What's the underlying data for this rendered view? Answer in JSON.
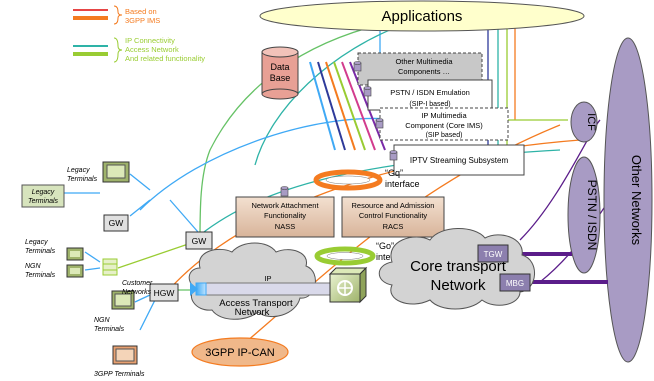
{
  "legend": {
    "orange_label_1": "Based on",
    "orange_label_2": "3GPP IMS",
    "green_label_1": "IP Connectivity",
    "green_label_2": "Access Network",
    "green_label_3": "And related functionality"
  },
  "applications": "Applications",
  "database": {
    "line1": "Data",
    "line2": "Base"
  },
  "components": {
    "other_mm_1": "Other Multimedia",
    "other_mm_2": "Components …",
    "pstn_emu_1": "PSTN / ISDN Emulation",
    "pstn_emu_2": "(SIP-I based)",
    "ipmm_1": "IP Multimedia",
    "ipmm_2": "Component (Core IMS)",
    "ipmm_3": "(SIP based)",
    "iptv": "IPTV Streaming Subsystem"
  },
  "interfaces": {
    "gq_1": "“Gq”",
    "gq_2": "interface",
    "go_1": "“Go”",
    "go_2": "interface"
  },
  "nass": {
    "line1": "Network Attachment",
    "line2": "Functionality",
    "line3": "NASS"
  },
  "racs": {
    "line1": "Resource and Admission",
    "line2": "Control Functionality",
    "line3": "RACS"
  },
  "icf": "ICF",
  "pstn_isdn": "PSTN / ISDN",
  "other_networks": "Other Networks",
  "tgw": "TGW",
  "mbg": "MBG",
  "core_1": "Core transport",
  "core_2": "Network",
  "access_1": "IP",
  "access_2": "Access Transport",
  "access_3": "Network",
  "ipcan": "3GPP IP-CAN",
  "gw": "GW",
  "hgw": "HGW",
  "terminals": {
    "legacy_boxed_1": "Legacy",
    "legacy_boxed_2": "Terminals",
    "legacy_top_1": "Legacy",
    "legacy_top_2": "Terminals",
    "legacy_left_1": "Legacy",
    "legacy_left_2": "Terminals",
    "ngn_left_1": "NGN",
    "ngn_left_2": "Terminals",
    "customer_1": "Customer",
    "customer_2": "Networks",
    "ngn_bottom_1": "NGN",
    "ngn_bottom_2": "Terminals",
    "gpp": "3GPP Terminals"
  },
  "colors": {
    "orange": "#f47b20",
    "green": "#99cc33",
    "purple_node": "#a89bc4",
    "bus_purple": "#5b1d8a",
    "label_green": "#9acd32",
    "label_orange": "#f47b20"
  }
}
